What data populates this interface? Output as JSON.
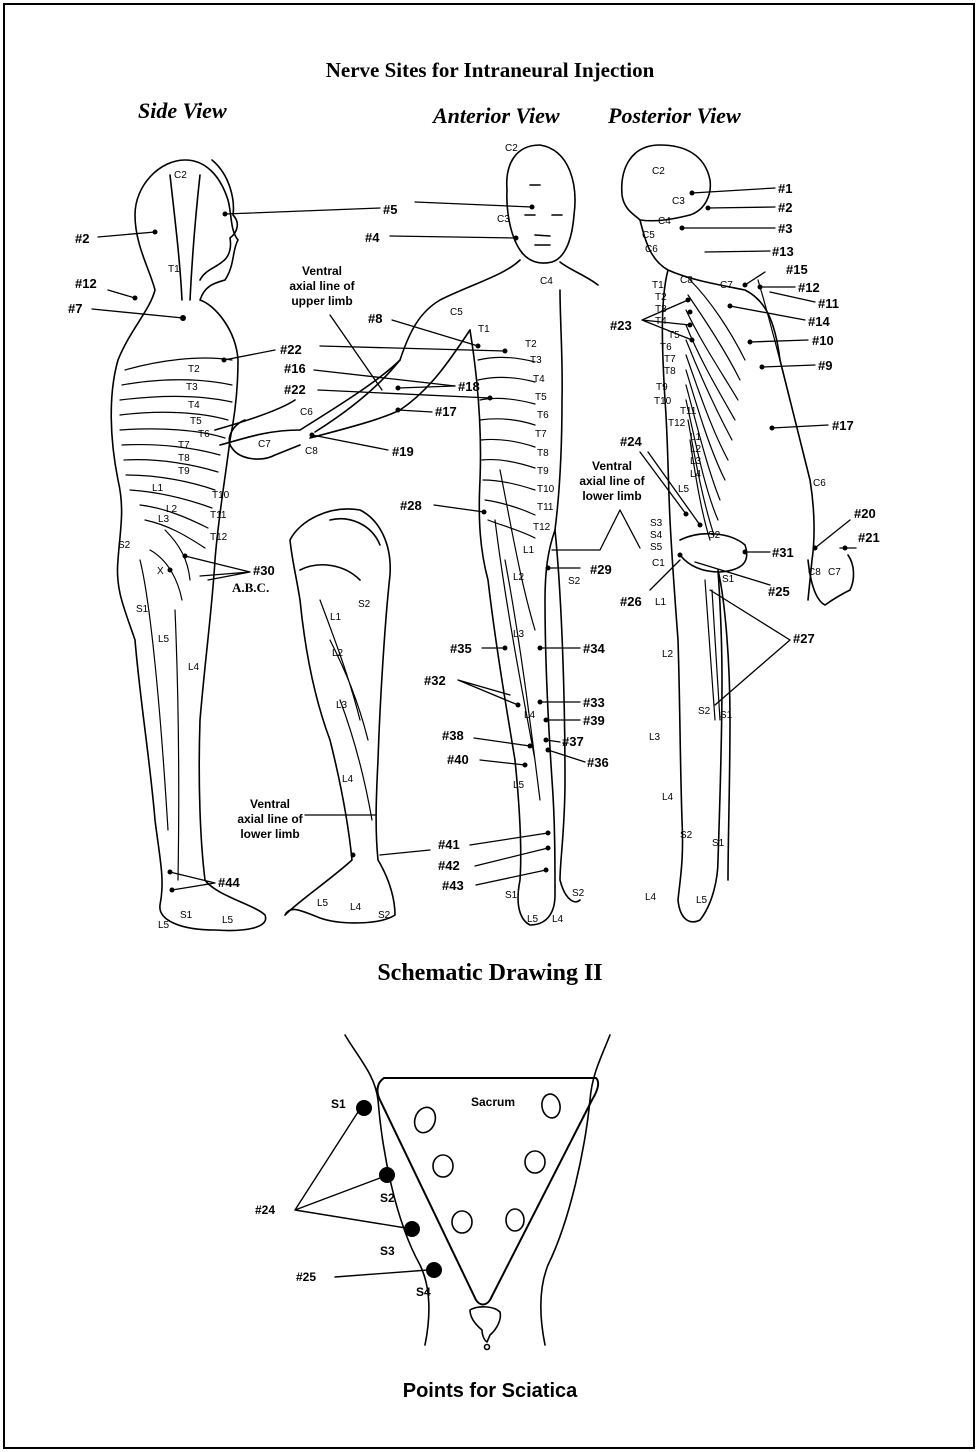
{
  "title": "Nerve Sites for Intraneural Injection",
  "views": {
    "side": "Side View",
    "anterior": "Anterior View",
    "posterior": "Posterior View"
  },
  "schematic_title": "Schematic Drawing II",
  "ventral_upper": [
    "Ventral",
    "axial line of",
    "upper limb"
  ],
  "ventral_lower_a": [
    "Ventral",
    "axial line of",
    "lower limb"
  ],
  "ventral_lower_b": [
    "Ventral",
    "axial line of",
    "lower limb"
  ],
  "abc_label": "A.B.C.",
  "x_label": "X",
  "side_points": [
    "#2",
    "#12",
    "#7",
    "#5",
    "#4",
    "#22",
    "#16",
    "#22",
    "#8",
    "#18",
    "#17",
    "#19",
    "#30",
    "#44"
  ],
  "anterior_points": [
    "#28",
    "#29",
    "#35",
    "#34",
    "#32",
    "#33",
    "#39",
    "#38",
    "#37",
    "#40",
    "#36",
    "#41",
    "#42",
    "#43"
  ],
  "posterior_points": [
    "#1",
    "#2",
    "#3",
    "#13",
    "#15",
    "#12",
    "#11",
    "#14",
    "#10",
    "#9",
    "#23",
    "#17",
    "#24",
    "#20",
    "#21",
    "#31",
    "#25",
    "#26",
    "#27"
  ],
  "side_segments": [
    "C2",
    "T1",
    "T2",
    "T3",
    "T4",
    "T5",
    "T6",
    "T7",
    "T8",
    "T9",
    "T10",
    "T11",
    "T12",
    "L1",
    "L2",
    "L3",
    "S2",
    "S1",
    "L5",
    "L4",
    "C6",
    "C7",
    "C8",
    "L5",
    "S1",
    "L5"
  ],
  "anterior_segments": [
    "C2",
    "C3",
    "C4",
    "C5",
    "T1",
    "T2",
    "T3",
    "T4",
    "T5",
    "T6",
    "T7",
    "T8",
    "T9",
    "T10",
    "T11",
    "T12",
    "L1",
    "L2",
    "S2",
    "L3",
    "L4",
    "L5",
    "S1",
    "L5",
    "L4",
    "S2",
    "L1",
    "L2",
    "L3",
    "L4",
    "S2",
    "L5",
    "L4",
    "S2"
  ],
  "posterior_segments": [
    "C2",
    "C3",
    "C4",
    "C5",
    "C6",
    "C7",
    "C8",
    "T1",
    "T2",
    "T3",
    "T4",
    "T5",
    "T6",
    "T7",
    "T8",
    "T9",
    "T10",
    "T11",
    "T12",
    "L1",
    "L2",
    "L3",
    "L4",
    "L5",
    "S3",
    "S4",
    "S5",
    "C1",
    "S2",
    "S1",
    "L1",
    "L2",
    "L3",
    "L4",
    "S2",
    "S1",
    "S2",
    "S1",
    "L4",
    "L5",
    "C6",
    "C8",
    "C7"
  ],
  "sacrum": {
    "label": "Sacrum",
    "points": [
      "S1",
      "S2",
      "S3",
      "S4"
    ],
    "callouts": [
      "#24",
      "#25"
    ]
  },
  "sciatica_title": "Points for Sciatica"
}
